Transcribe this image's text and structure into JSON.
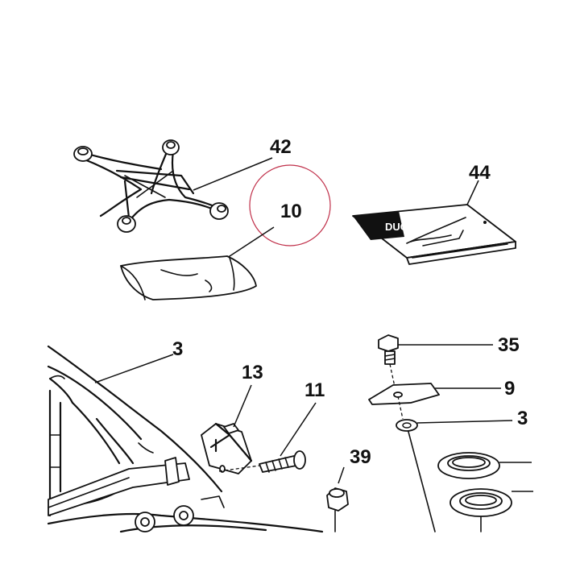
{
  "callouts": {
    "c42": "42",
    "c10": "10",
    "c44": "44",
    "c3_frame": "3",
    "c13": "13",
    "c11": "11",
    "c35": "35",
    "c9": "9",
    "c3_washer": "3",
    "c39": "39"
  },
  "manual_label": "DUCATI",
  "highlight_color": "#c0304a",
  "line_color": "#111111"
}
